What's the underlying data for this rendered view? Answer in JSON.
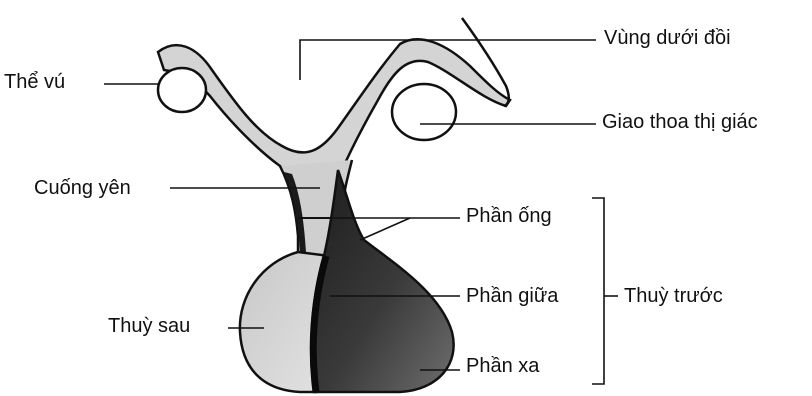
{
  "labels": {
    "mammillary_body": "Thể vú",
    "hypothalamus": "Vùng dưới đồi",
    "optic_chiasm": "Giao thoa thị giác",
    "infundibulum": "Cuống yên",
    "pars_tuberalis": "Phần ống",
    "pars_intermedia": "Phần giữa",
    "posterior_lobe": "Thuỳ sau",
    "anterior_lobe": "Thuỳ trước",
    "pars_distalis": "Phần xa"
  },
  "colors": {
    "outline": "#111111",
    "light_tissue": "#d2d2d2",
    "dark_tissue": "#333333"
  }
}
